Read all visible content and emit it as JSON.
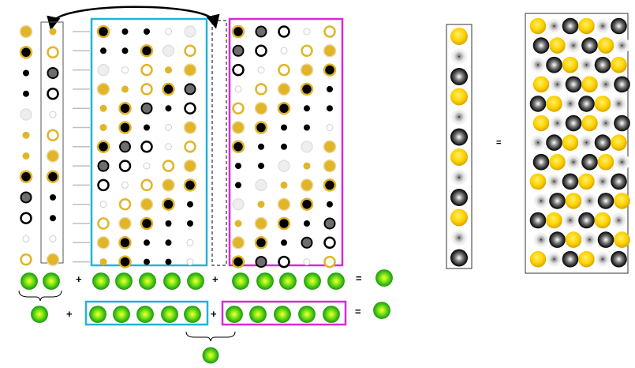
{
  "colors": {
    "gold": "#e0b52a",
    "gold_light": "#eed7a0",
    "black": "#000000",
    "gray": "#6e6e6e",
    "light_gray": "#dcdcdc",
    "cyan_box": "#22b3d9",
    "magenta_box": "#d62bd6",
    "green": "#3be01c",
    "green_dark": "#1f9e0f",
    "yellow_sphere": "#ffd200"
  },
  "operators": {
    "plus": "+",
    "equals": "="
  },
  "sphere_column": [
    "yellow",
    "white",
    "black",
    "yellow",
    "white",
    "black",
    "yellow",
    "white",
    "black",
    "yellow",
    "white",
    "black"
  ],
  "sphere_grid": [
    [
      "yellow",
      "white",
      "black",
      "yellow",
      "white",
      "black"
    ],
    [
      "black",
      "yellow",
      "white",
      "black",
      "yellow",
      "white"
    ],
    [
      "white",
      "black",
      "yellow",
      "white",
      "black",
      "yellow"
    ],
    [
      "yellow",
      "white",
      "black",
      "yellow",
      "white",
      "black"
    ],
    [
      "black",
      "yellow",
      "white",
      "black",
      "yellow",
      "white"
    ],
    [
      "yellow",
      "white",
      "black",
      "yellow",
      "white",
      "black"
    ],
    [
      "white",
      "black",
      "yellow",
      "white",
      "black",
      "yellow"
    ],
    [
      "black",
      "yellow",
      "white",
      "black",
      "yellow",
      "white"
    ],
    [
      "yellow",
      "white",
      "black",
      "yellow",
      "white",
      "black"
    ],
    [
      "white",
      "black",
      "yellow",
      "white",
      "black",
      "yellow"
    ],
    [
      "black",
      "yellow",
      "white",
      "black",
      "yellow",
      "white"
    ],
    [
      "white",
      "black",
      "yellow",
      "white",
      "black",
      "yellow"
    ],
    [
      "yellow",
      "white",
      "black",
      "yellow",
      "white",
      "black"
    ]
  ]
}
